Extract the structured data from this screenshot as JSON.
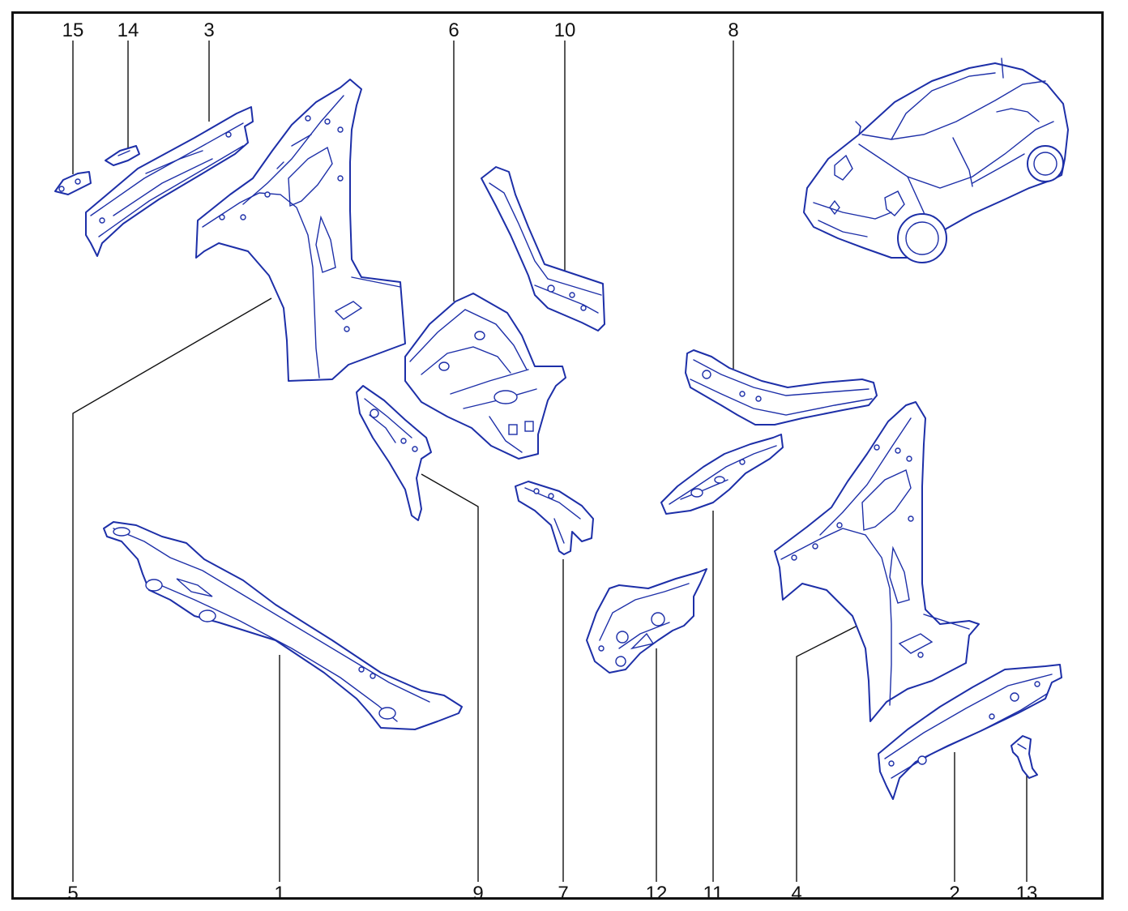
{
  "labels": {
    "l1": "1",
    "l2": "2",
    "l3": "3",
    "l4": "4",
    "l5": "5",
    "l6": "6",
    "l7": "7",
    "l8": "8",
    "l9": "9",
    "l10": "10",
    "l11": "11",
    "l12": "12",
    "l13": "13",
    "l14": "14",
    "l15": "15"
  },
  "colors": {
    "line": "#1d2fa8",
    "text": "#111111",
    "frame": "#111111"
  }
}
